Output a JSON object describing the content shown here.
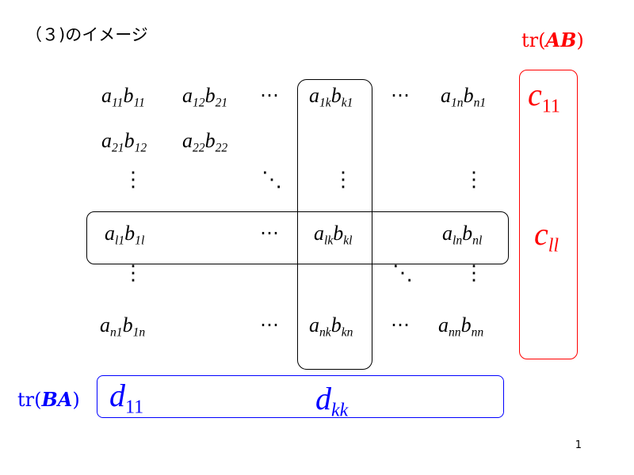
{
  "heading": "（３)のイメージ",
  "trace_ab": {
    "prefix": "tr(",
    "bold": "AB",
    "suffix": ")"
  },
  "trace_ba": {
    "prefix": "tr(",
    "bold": "BA",
    "suffix": ")"
  },
  "matrix": {
    "r1c1": {
      "a": "a",
      "asub": "11",
      "b": "b",
      "bsub": "11"
    },
    "r1c2": {
      "a": "a",
      "asub": "12",
      "b": "b",
      "bsub": "21"
    },
    "r1ck": {
      "a": "a",
      "asub": "1k",
      "b": "b",
      "bsub": "k1"
    },
    "r1cn": {
      "a": "a",
      "asub": "1n",
      "b": "b",
      "bsub": "n1"
    },
    "r2c1": {
      "a": "a",
      "asub": "21",
      "b": "b",
      "bsub": "12"
    },
    "r2c2": {
      "a": "a",
      "asub": "22",
      "b": "b",
      "bsub": "22"
    },
    "rlc1": {
      "a": "a",
      "asub": "l1",
      "b": "b",
      "bsub": "1l"
    },
    "rlck": {
      "a": "a",
      "asub": "lk",
      "b": "b",
      "bsub": "kl"
    },
    "rlcn": {
      "a": "a",
      "asub": "ln",
      "b": "b",
      "bsub": "nl"
    },
    "rnc1": {
      "a": "a",
      "asub": "n1",
      "b": "b",
      "bsub": "1n"
    },
    "rnck": {
      "a": "a",
      "asub": "nk",
      "b": "b",
      "bsub": "kn"
    },
    "rncn": {
      "a": "a",
      "asub": "nn",
      "b": "b",
      "bsub": "nn"
    }
  },
  "symbols": {
    "cdots": "⋯",
    "vdots": "⋮",
    "ddots": "⋱"
  },
  "c_terms": {
    "c11": {
      "base": "c",
      "sub": "11"
    },
    "cll": {
      "base": "c",
      "sub": "ll"
    }
  },
  "d_terms": {
    "d11": {
      "base": "d",
      "sub": "11"
    },
    "dkk": {
      "base": "d",
      "sub": "kk"
    }
  },
  "page_number": "1",
  "colors": {
    "red": "#ff0000",
    "blue": "#0000ff",
    "black": "#000000"
  }
}
